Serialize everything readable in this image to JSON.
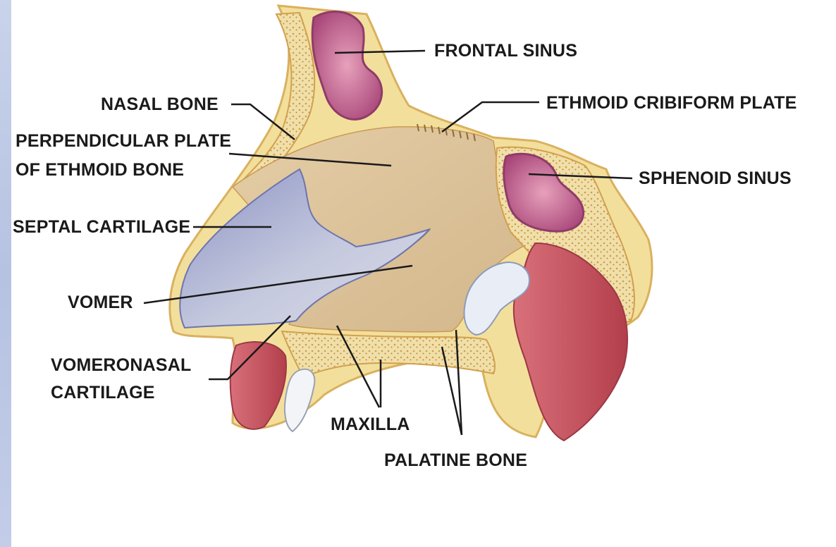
{
  "labels": {
    "frontal_sinus": "FRONTAL SINUS",
    "nasal_bone": "NASAL BONE",
    "ethmoid_cribriform_plate": "ETHMOID CRIBIFORM PLATE",
    "perpendicular_plate_line1": "PERPENDICULAR PLATE",
    "perpendicular_plate_line2": "OF ETHMOID BONE",
    "sphenoid_sinus": "SPHENOID SINUS",
    "septal_cartilage": "SEPTAL CARTILAGE",
    "vomer": "VOMER",
    "vomeronasal_line1": "VOMERONASAL",
    "vomeronasal_line2": "CARTILAGE",
    "maxilla": "MAXILLA",
    "palatine_bone": "PALATINE BONE"
  },
  "colors": {
    "background": "#ffffff",
    "side_strip": "#c0cbe6",
    "bone": "#ecd9a8",
    "bone_outline": "#d8b060",
    "septum": "#dcc29a",
    "cartilage": "#b3b9d6",
    "sinus": "#b85a85",
    "sinus_inner": "#d98aa8",
    "soft_tissue": "#c9545e",
    "leader_line": "#1a1a1a"
  }
}
